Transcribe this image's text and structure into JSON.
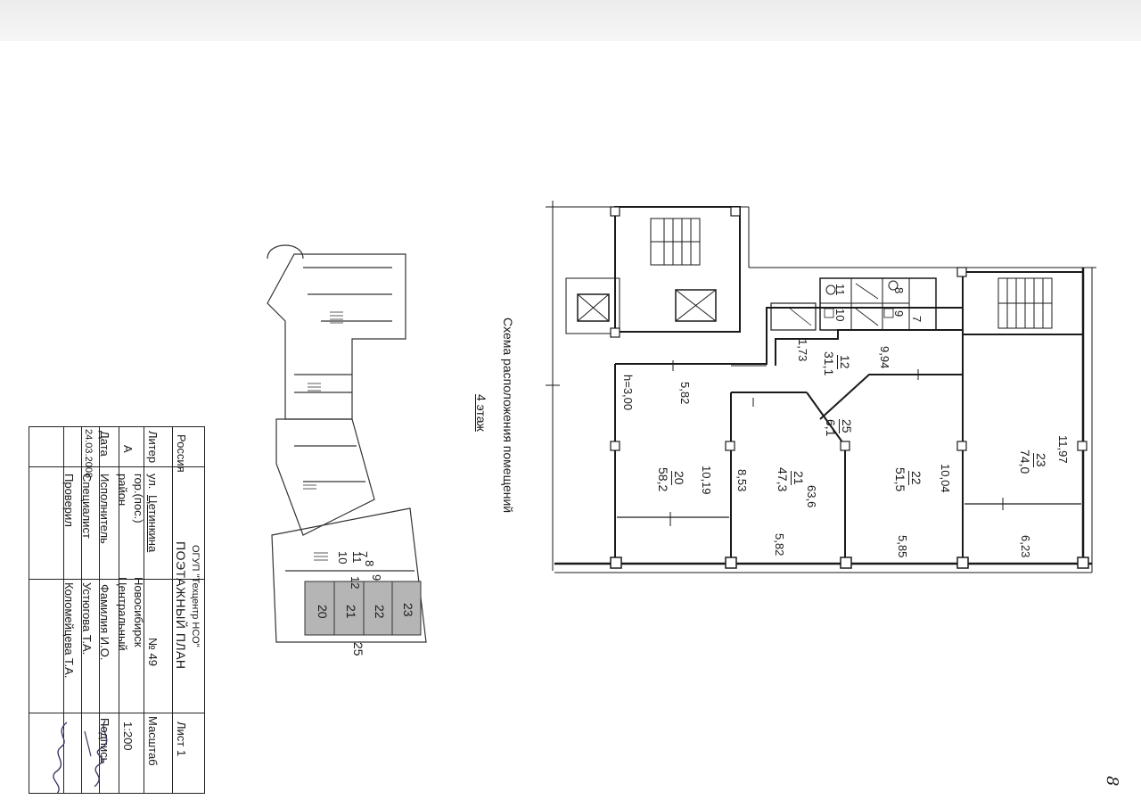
{
  "stamp": {
    "country": "Россия",
    "org": "ОГУП \"Техцентр НСО\"",
    "doc_type": "ПОЭТАЖНЫЙ ПЛАН",
    "sheet": "Лист 1",
    "street_label": "ул.",
    "street_name": "Цетинкина",
    "house_no": "№ 49",
    "litera_label": "Литер",
    "litera_value": "А",
    "city_label": "гор.(пос.)",
    "city_value": "Новосибирск",
    "district_label": "район",
    "district_value": "Центральный",
    "scale_label": "Масштаб",
    "scale_value": "1:200",
    "col_date": "Дата",
    "col_executor": "Исполнитель",
    "col_name": "Фамилия И.О.",
    "col_signature": "Подпись",
    "row1_date": "24.03.2008",
    "row1_role": "Специалист",
    "row1_name": "Устюгова Т.А.",
    "row2_role": "Проверил",
    "row2_name": "Коломейцева Т.А."
  },
  "title": {
    "main": "Схема расположения помещений",
    "floor": "4 этаж"
  },
  "key_plan": {
    "labels": [
      "7",
      "8",
      "9",
      "10",
      "11",
      "12",
      "20",
      "21",
      "22",
      "23",
      "25"
    ]
  },
  "plan": {
    "rooms": [
      {
        "num": "20",
        "area": "58,2"
      },
      {
        "num": "21",
        "area": "47,3"
      },
      {
        "num": "22",
        "area": "51,5"
      },
      {
        "num": "23",
        "area": "74,0"
      },
      {
        "num": "25",
        "area": "6,1"
      },
      {
        "num": "12",
        "area": "31,1"
      }
    ],
    "small_rooms": [
      "7",
      "8",
      "9",
      "10",
      "11"
    ],
    "dims": {
      "d_582_top": "5,82",
      "h300": "h=3,00",
      "d_1019": "10,19",
      "d_853": "8,53",
      "d_582_bottom": "5,82",
      "d_636": "63,6",
      "d_585": "5,85",
      "d_1004": "10,04",
      "d_623": "6,23",
      "d_1197": "11,97",
      "d_994": "9,94",
      "d_173": "1,73"
    }
  },
  "corner_mark": "8",
  "colors": {
    "ink": "#1a1a1a",
    "hatch": "#b5b5b5",
    "band": "#ececec"
  }
}
